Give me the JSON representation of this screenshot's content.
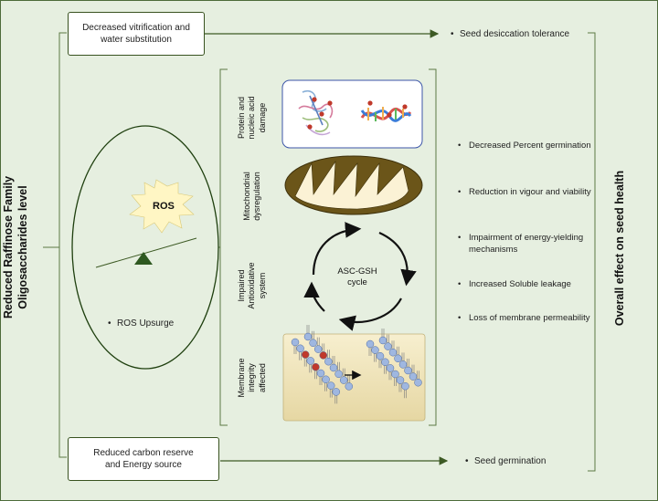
{
  "left_title": {
    "line1": "Reduced Raffinose Family",
    "line2": "Oligosaccharides level"
  },
  "right_title": "Overall effect on seed health",
  "top_box": {
    "line1": "Decreased vitrification and",
    "line2": "water substitution"
  },
  "top_effect": "Seed desiccation tolerance",
  "bottom_box": {
    "line1": "Reduced carbon reserve",
    "line2": "and Energy source"
  },
  "bottom_effect": "Seed germination",
  "ros": {
    "burst_label": "ROS",
    "upsurge": "ROS Upsurge"
  },
  "middle_labels": {
    "protein": [
      "Protein and",
      "nucleic acid",
      "damage"
    ],
    "mito": [
      "Mitochondrial",
      "dysregulation"
    ],
    "antiox": [
      "Impaired",
      "Antioxidative",
      "system"
    ],
    "membrane": [
      "Membrane",
      "integrity",
      "affected"
    ]
  },
  "cycle": {
    "line1": "ASC-GSH",
    "line2": "cycle"
  },
  "outcomes": [
    "Decreased Percent germination",
    "Reduction in vigour and viability",
    "Impairment of energy-yielding mechanisms",
    "Increased Soluble leakage",
    "Loss of membrane permeability"
  ],
  "bullet_symbol": "•",
  "colors": {
    "background": "#e6efe0",
    "box_border": "#38521f",
    "mito_fill": "#6b5519",
    "ros_burst": "#fff6c4",
    "balance_triangle": "#2e5820",
    "membrane_panel": "#f3e8c0",
    "protein_panel_border": "#3c56a8"
  }
}
